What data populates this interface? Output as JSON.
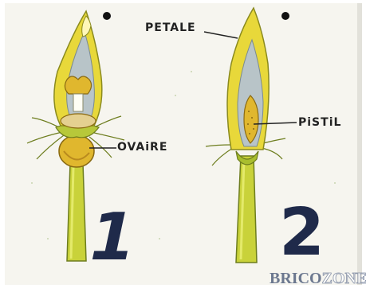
{
  "labels": {
    "petale": "PETALE",
    "pistil": "PiSTiL",
    "ovaire": "OVAiRE"
  },
  "figures": {
    "one": "1",
    "two": "2"
  },
  "watermark": {
    "left": "BRICO",
    "right": "ZONE"
  },
  "colors": {
    "petal_yellow": "#e8d83a",
    "stem_green": "#c9d23a",
    "inner_gray": "#b8c4c8",
    "ovary_gold": "#e0b72e",
    "ink": "#222222",
    "numeral_ink": "#1f2a4a"
  }
}
